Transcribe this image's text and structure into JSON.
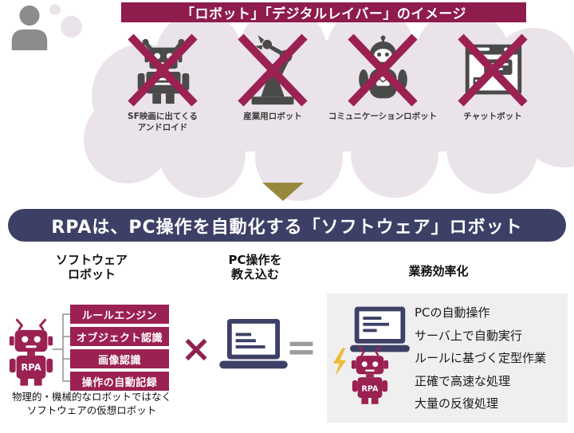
{
  "colors": {
    "maroon": "#9b2153",
    "banner_maroon": "#8e1c4c",
    "navy": "#3d4066",
    "cloud_pink": "#ebe3ea",
    "arrow_olive": "#97893c",
    "icon_gray": "#4a4a4a",
    "panel_gray": "#efefef",
    "lightning_yellow": "#edbb3a"
  },
  "icons": {
    "person-icon": "gray person silhouette",
    "thought-cloud": "pink thought bubble cloud",
    "android-robot-icon": "humanoid robot silhouette",
    "industrial-robot-icon": "robotic arm silhouette",
    "communication-robot-icon": "round-head robot with envelope",
    "chatbot-icon": "browser window with chat bubble",
    "x-mark-icon": "maroon crossed-out X",
    "down-arrow-icon": "olive downward triangle",
    "rpa-robot-icon": "maroon robot labeled RPA",
    "laptop-icon": "navy laptop with text lines",
    "rpa-laptop-icon": "RPA robot with laptop and lightning bolt"
  },
  "thought_bubble": {
    "banner": "「ロボット」「デジタルレイバー」のイメージ",
    "items": [
      {
        "icon": "android-robot-icon",
        "label_lines": [
          "SF映画に出てくる",
          "アンドロイド"
        ]
      },
      {
        "icon": "industrial-robot-icon",
        "label_lines": [
          "産業用ロボット"
        ]
      },
      {
        "icon": "communication-robot-icon",
        "label_lines": [
          "コミュニケーションロボット"
        ]
      },
      {
        "icon": "chatbot-icon",
        "label_lines": [
          "チャットボット"
        ]
      }
    ]
  },
  "main": {
    "banner": "RPAは、PC操作を自動化する「ソフトウェア」ロボット",
    "left": {
      "heading_lines": [
        "ソフトウェア",
        "ロボット"
      ],
      "robot_label": "RPA",
      "tags": [
        "ルールエンジン",
        "オブジェクト認識",
        "画像認識",
        "操作の自動記録"
      ],
      "note_lines": [
        "物理的・機械的なロボットではなく",
        "ソフトウェアの仮想ロボット"
      ]
    },
    "middle": {
      "heading_lines": [
        "PC操作を",
        "教え込む"
      ],
      "multiply": "×",
      "equals": "="
    },
    "right": {
      "heading": "業務効率化",
      "robot_label": "RPA",
      "benefits": [
        "PCの自動操作",
        "サーバ上で自動実行",
        "ルールに基づく定型作業",
        "正確で高速な処理",
        "大量の反復処理"
      ]
    }
  }
}
